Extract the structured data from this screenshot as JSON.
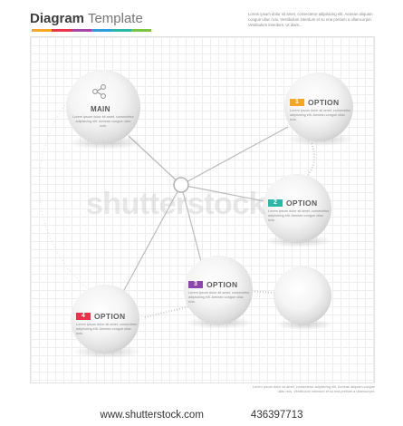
{
  "header": {
    "title_bold": "Diagram",
    "title_light": "Template",
    "colors": [
      "#f5a623",
      "#e8334a",
      "#a349a4",
      "#2d9ed8",
      "#2bb7a5",
      "#7cc242"
    ],
    "description": "Lorem ipsum dolor sit amet, consectetur adipisicing elit. Aenean aliquam congue ullac ncis. Vestibulum interdum et so ena pretium a ullamcorper. Vestibulum interdum. Ut diam..."
  },
  "diagram": {
    "main": {
      "icon": "share-icon",
      "label": "MAIN",
      "text": "Lorem ipsum dolor sit amet, consectetur adipisicing elit. Aenean congue ullac ncis."
    },
    "options": [
      {
        "number": "1",
        "label": "OPTION",
        "color": "#f5a623",
        "text": "Lorem ipsum dolor sit amet, consectetur adipisicing elit. Aenean congue ullac ncis."
      },
      {
        "number": "2",
        "label": "OPTION",
        "color": "#2bb7a5",
        "text": "Lorem ipsum dolor sit amet, consectetur adipisicing elit. Aenean congue ullac ncis."
      },
      {
        "number": "3",
        "label": "OPTION",
        "color": "#8e44ad",
        "text": "Lorem ipsum dolor sit amet, consectetur adipisicing elit. Aenean congue ullac ncis."
      },
      {
        "number": "4",
        "label": "OPTION",
        "color": "#e8334a",
        "text": "Lorem ipsum dolor sit amet, consectetur adipisicing elit. Aenean congue ullac ncis."
      }
    ]
  },
  "watermark": "shutterstock",
  "footer": {
    "text": "Lorem ipsum dolor sit amet, consectetur adipisicing elit. Aenean aliquam congue ullac ncis. Vestibulum interdum et so ena pretium a ullamcorper.",
    "site": "www.shutterstock.com",
    "image_id": "436397713"
  }
}
